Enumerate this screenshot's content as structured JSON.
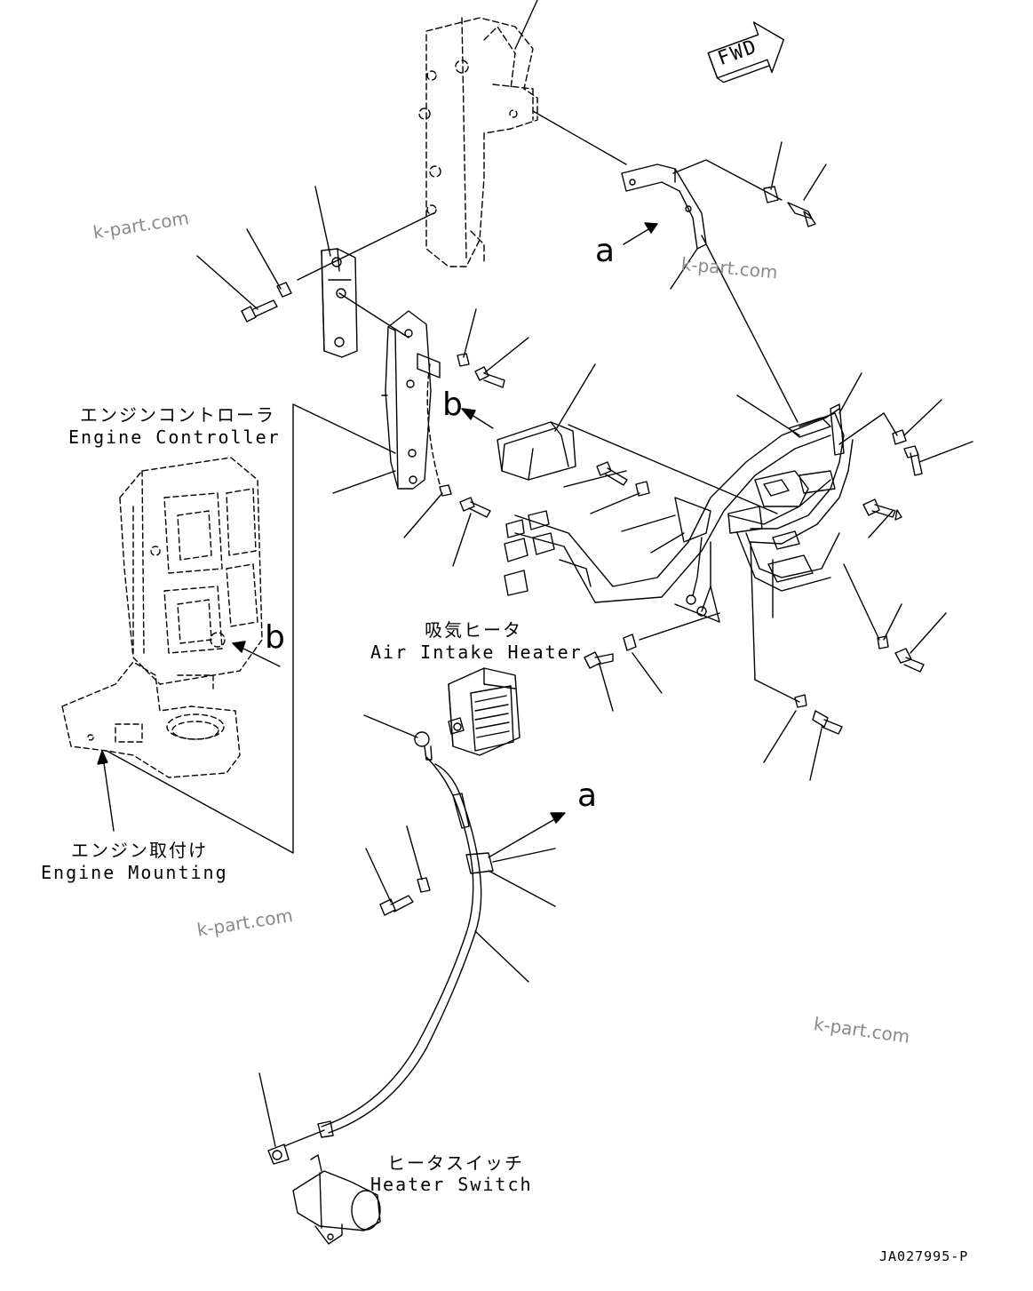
{
  "labels": {
    "engine_controller_jp": "エンジンコントローラ",
    "engine_controller_en": "Engine Controller",
    "engine_mounting_jp": "エンジン取付け",
    "engine_mounting_en": "Engine Mounting",
    "air_intake_heater_jp": "吸気ヒータ",
    "air_intake_heater_en": "Air Intake Heater",
    "heater_switch_jp": "ヒータスイッチ",
    "heater_switch_en": "Heater Switch",
    "fwd": "FWD",
    "ref_a": "a",
    "ref_b": "b"
  },
  "drawing_code": "JA027995-P",
  "watermark": "k-part.com",
  "colors": {
    "line": "#000000",
    "watermark": "#8a8a8a",
    "background": "#ffffff"
  }
}
